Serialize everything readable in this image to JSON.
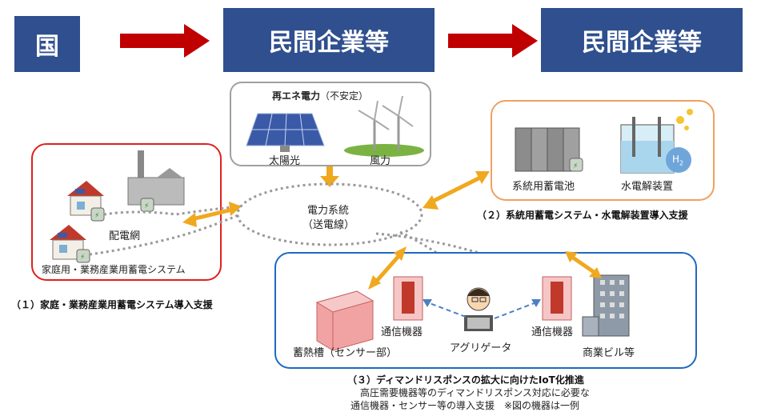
{
  "header": {
    "box1": "国",
    "box2": "民間企業等",
    "box3": "民間企業等"
  },
  "renewables": {
    "title_bold": "再エネ電力",
    "title_paren": "（不安定）",
    "solar_label": "太陽光",
    "wind_label": "風力"
  },
  "grid": {
    "label_line1": "電力系統",
    "label_line2": "（送電線）"
  },
  "home": {
    "grid_label": "配電網",
    "system_label": "家庭用・業務産業用蓄電システム",
    "caption": "（１）家庭・業務産業用蓄電システム導入支援"
  },
  "system": {
    "battery_label": "系統用蓄電池",
    "electrolysis_label": "水電解装置",
    "h2_label": "H",
    "h2_sub": "2",
    "caption": "（２）系統用蓄電システム・水電解装置導入支援"
  },
  "dr": {
    "thermal_label": "蓄熱槽（センサー部）",
    "comm_left_label": "通信機器",
    "aggregator_label": "アグリゲータ",
    "comm_right_label": "通信機器",
    "building_label": "商業ビル等",
    "caption": "（３）ディマンドリスポンスの拡大に向けたIoT化推進",
    "note_line1": "高圧需要機器等のディマンドリスポンス対応に必要な",
    "note_line2": "通信機器・センサー等の導入支援　※図の機器は一例"
  },
  "colors": {
    "header_bg": "#2f4f8f",
    "header_arrow": "#c00000",
    "home_border": "#e0201e",
    "system_border": "#f0a060",
    "dr_border": "#1f6ac0",
    "renew_border": "#a0a0a0",
    "flow_arrow": "#f0a81e"
  },
  "icons": [
    "arrow-right-icon",
    "solar-panel-icon",
    "wind-turbine-icon",
    "house-icon",
    "factory-icon",
    "battery-icon",
    "server-rack-icon",
    "electrolyzer-icon",
    "building-icon",
    "person-laptop-icon",
    "thermal-tank-icon",
    "comm-device-icon"
  ]
}
